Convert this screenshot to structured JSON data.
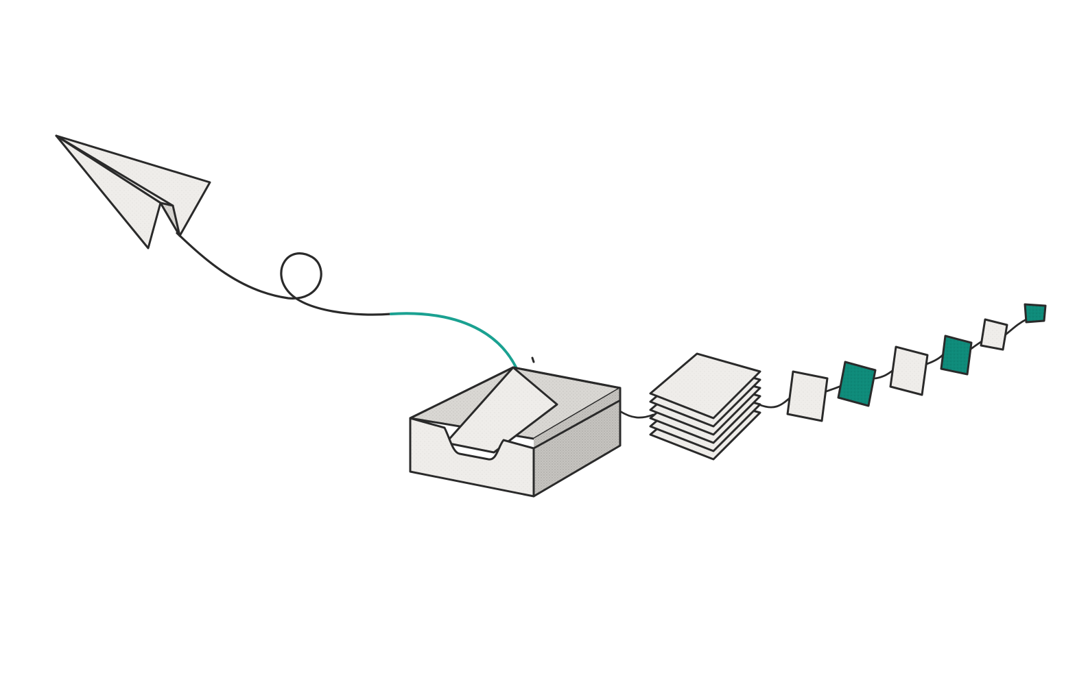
{
  "illustration": {
    "colors": {
      "background": "#ffffff",
      "ink": "#2a2a2a",
      "paper": "#efedea",
      "paper_shade": "#d6d4d0",
      "paper_dark": "#bdbbb7",
      "accent": "#0f8b7a",
      "accent_arrow": "#1aa191"
    },
    "icons": [
      "paper-plane-icon",
      "inbox-tray-icon",
      "paper-stack-icon",
      "message-card-icon"
    ],
    "queue_sequence": [
      "light",
      "teal",
      "light",
      "teal",
      "light",
      "teal"
    ]
  }
}
